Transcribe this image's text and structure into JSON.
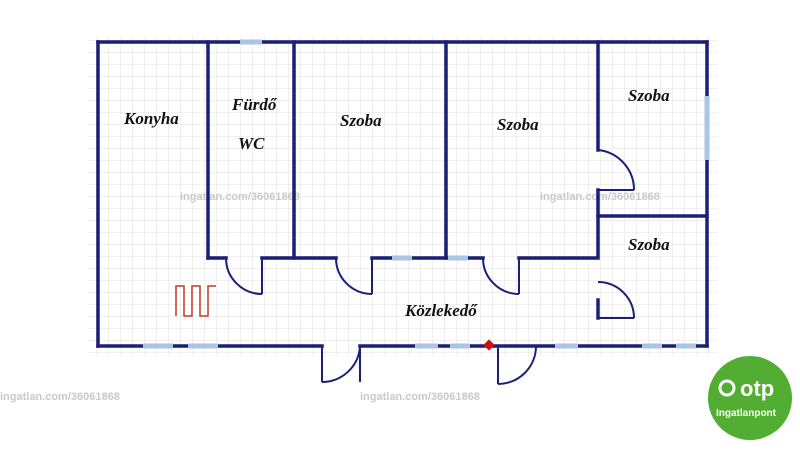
{
  "rooms": {
    "kitchen": "Konyha",
    "bathroom": "Fürdő",
    "wc": "WC",
    "room_1": "Szoba",
    "room_2": "Szoba",
    "room_3": "Szoba",
    "room_4": "Szoba",
    "hallway": "Közlekedő"
  },
  "watermark": "ingatlan.com/36061868",
  "logo": {
    "brand": "otp",
    "subtitle": "Ingatlanpont",
    "color": "#52ae32"
  },
  "colors": {
    "wall": "#1a1f78",
    "window": "#a9c6e2",
    "grid": "#dcdcdc",
    "heater": "#c0392b",
    "entrance_marker": "#cc1111"
  }
}
